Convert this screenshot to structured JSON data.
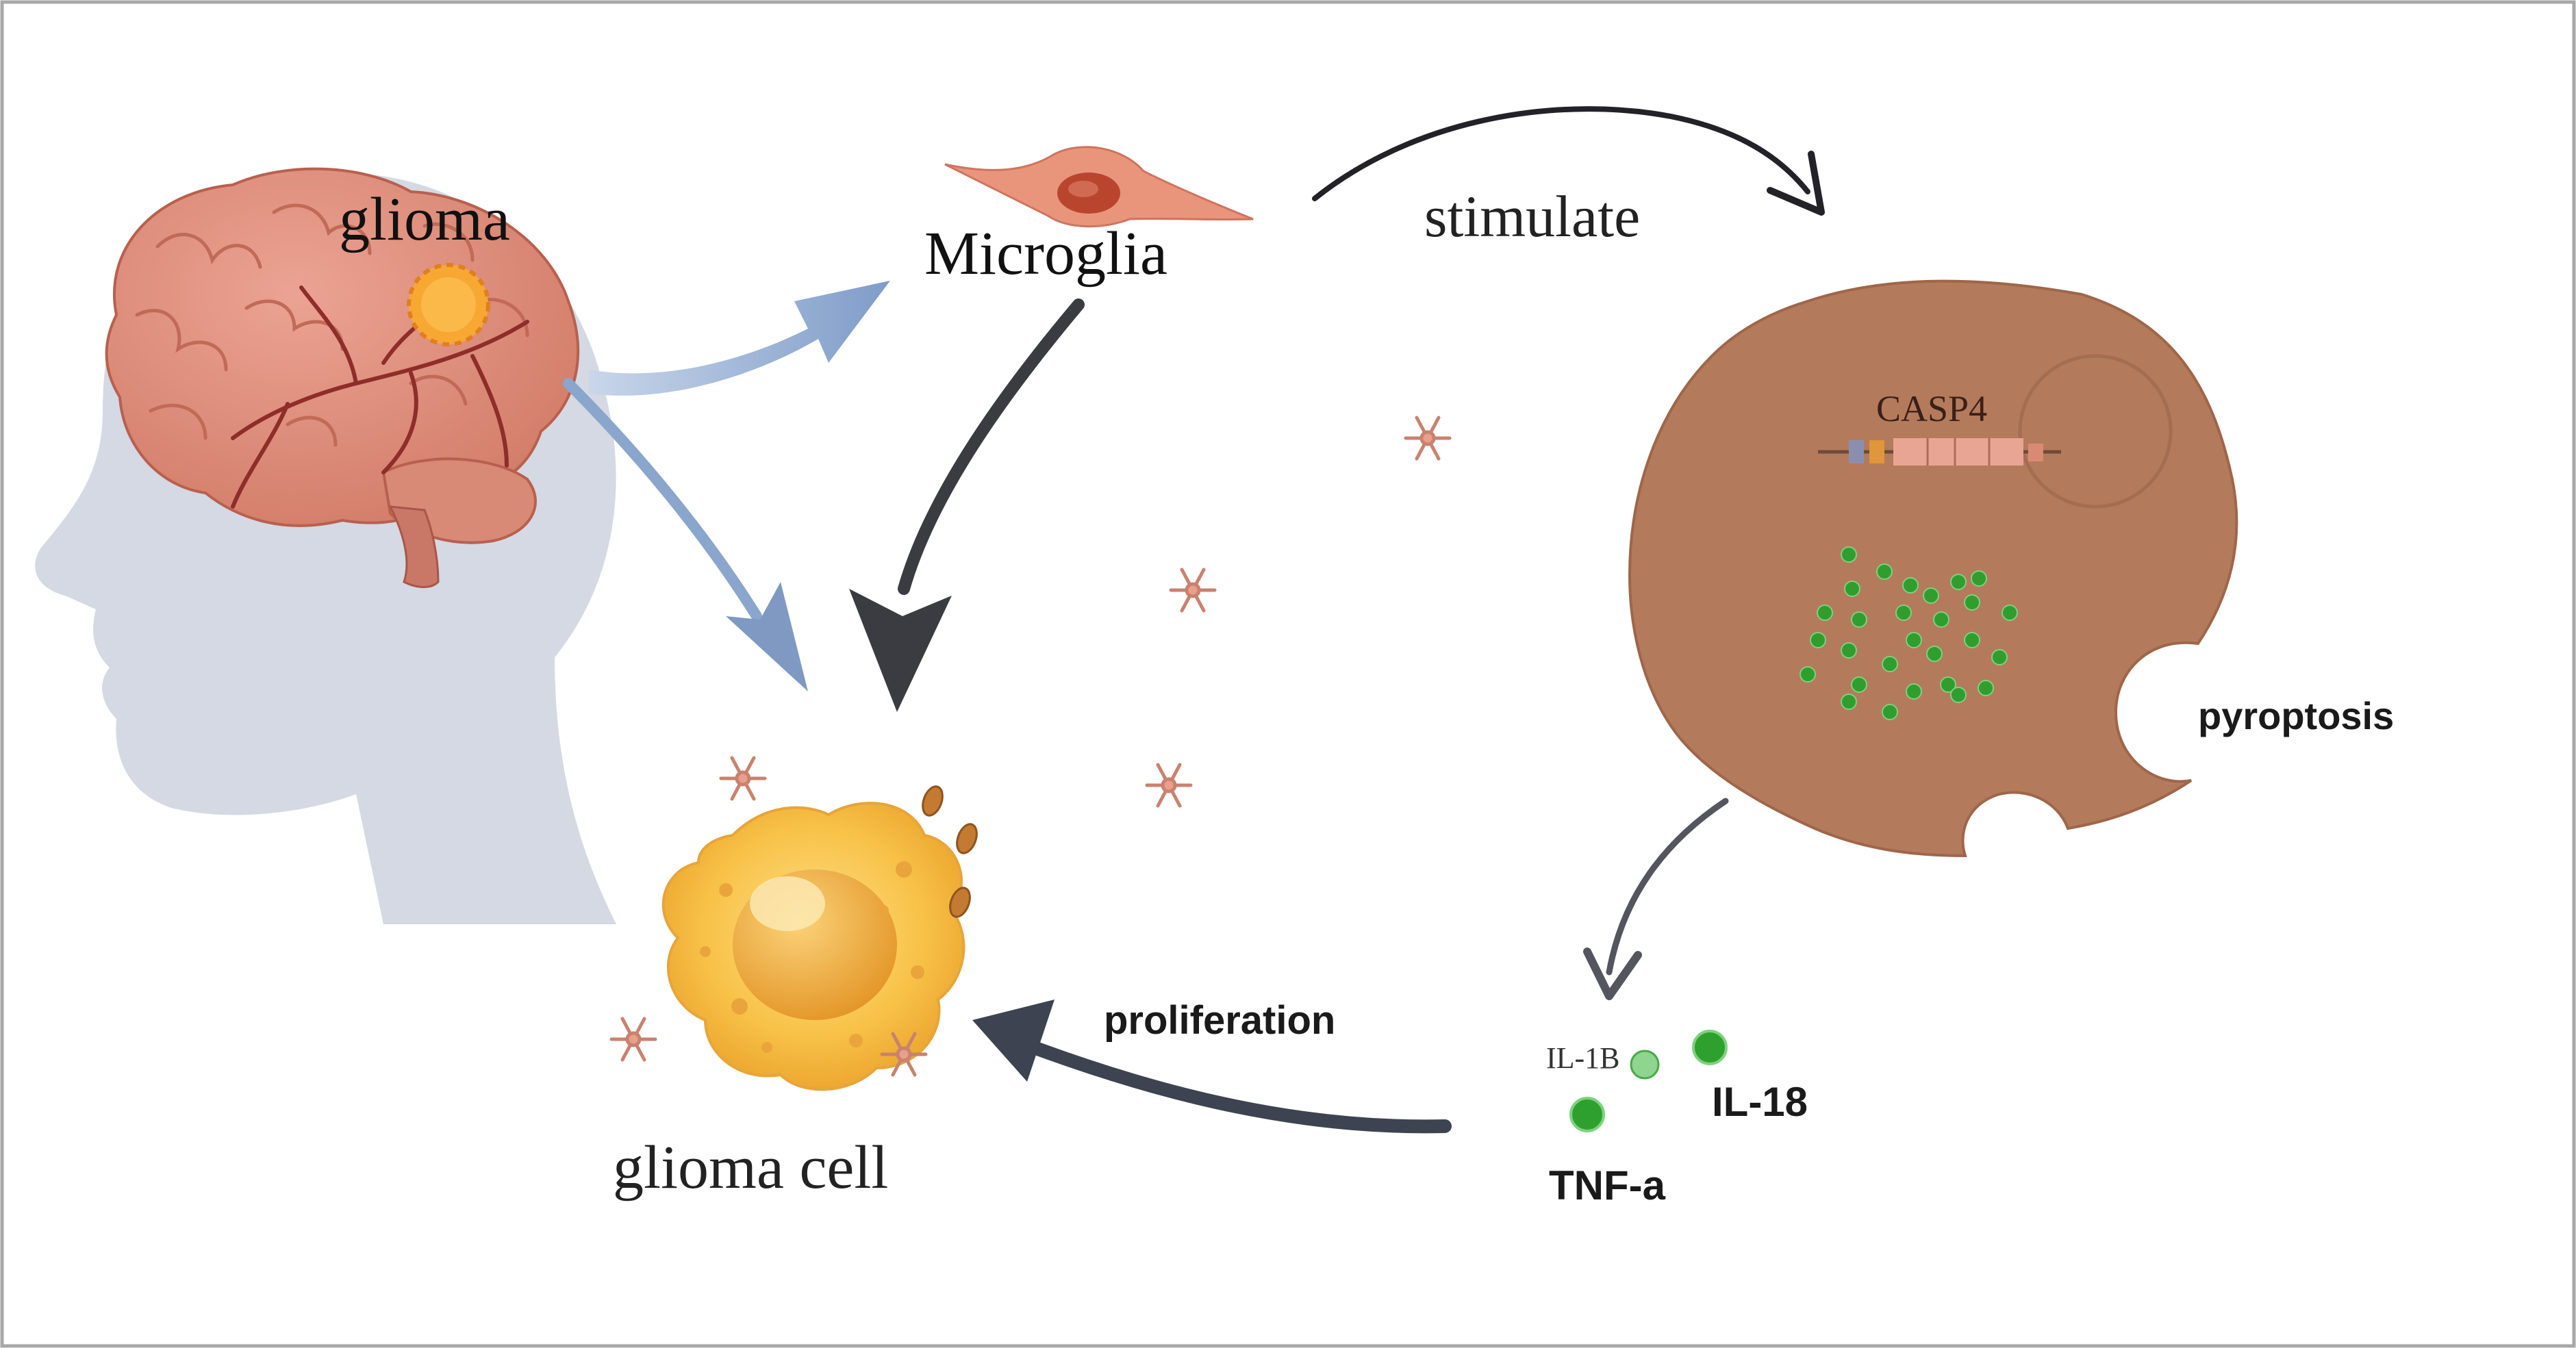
{
  "labels": {
    "glioma": "glioma",
    "microglia": "Microglia",
    "stimulate": "stimulate",
    "casp4": "CASP4",
    "pyroptosis": "pyroptosis",
    "il1b": "IL-1B",
    "il18": "IL-18",
    "tnfa": "TNF-a",
    "proliferation": "proliferation",
    "glioma_cell": "glioma cell"
  },
  "colors": {
    "head": "#d4d9e3",
    "brain": "#e08f7a",
    "brain_dark": "#a6463c",
    "tumor": "#f6a623",
    "microglia": "#e8957c",
    "pyroptotic_cell": "#b47a5c",
    "granule": "#3aab3a",
    "glioma_cell": "#f8c248",
    "arrow_blue": "#8aa6cc",
    "arrow_dark": "#2f2f36"
  }
}
